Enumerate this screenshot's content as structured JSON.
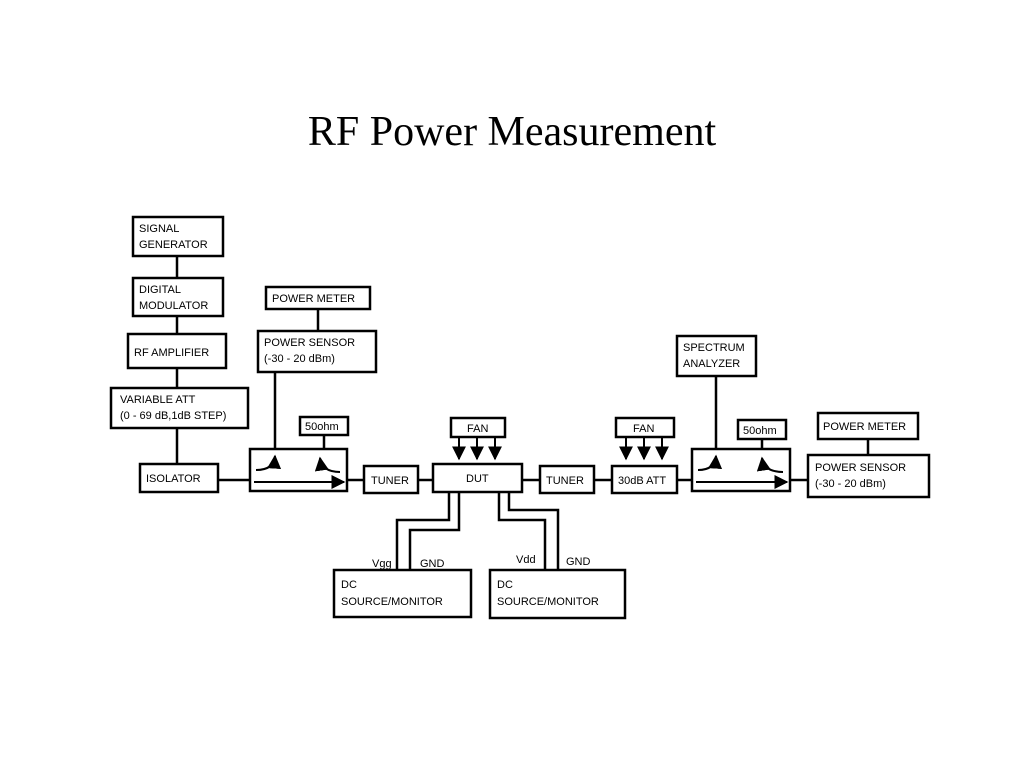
{
  "slide": {
    "title": "RF Power Measurement"
  },
  "diagram": {
    "signal_generator": [
      "SIGNAL",
      "GENERATOR"
    ],
    "digital_modulator": [
      "DIGITAL",
      "MODULATOR"
    ],
    "rf_amplifier": [
      "RF AMPLIFIER"
    ],
    "variable_att": [
      "VARIABLE  ATT",
      "(0 - 69 dB,1dB STEP)"
    ],
    "isolator": [
      "ISOLATOR"
    ],
    "power_meter_left": [
      "POWER METER"
    ],
    "power_sensor_left": [
      "POWER SENSOR",
      "(-30 - 20 dBm)"
    ],
    "load_left": [
      "50ohm"
    ],
    "tuner_left": [
      "TUNER"
    ],
    "fan_left": [
      "FAN"
    ],
    "dut": [
      "DUT"
    ],
    "tuner_right": [
      "TUNER"
    ],
    "fan_right": [
      "FAN"
    ],
    "att_30db": [
      "30dB ATT"
    ],
    "spectrum_analyzer": [
      "SPECTRUM",
      "ANALYZER"
    ],
    "load_right": [
      "50ohm"
    ],
    "power_meter_right": [
      "POWER METER"
    ],
    "power_sensor_right": [
      "POWER SENSOR",
      "(-30 - 20 dBm)"
    ],
    "dc_source_left": [
      "DC",
      "SOURCE/MONITOR"
    ],
    "dc_source_right": [
      "DC",
      "SOURCE/MONITOR"
    ],
    "pins": {
      "vgg": "Vgg",
      "gnd_left": "GND",
      "vdd": "Vdd",
      "gnd_right": "GND"
    }
  }
}
